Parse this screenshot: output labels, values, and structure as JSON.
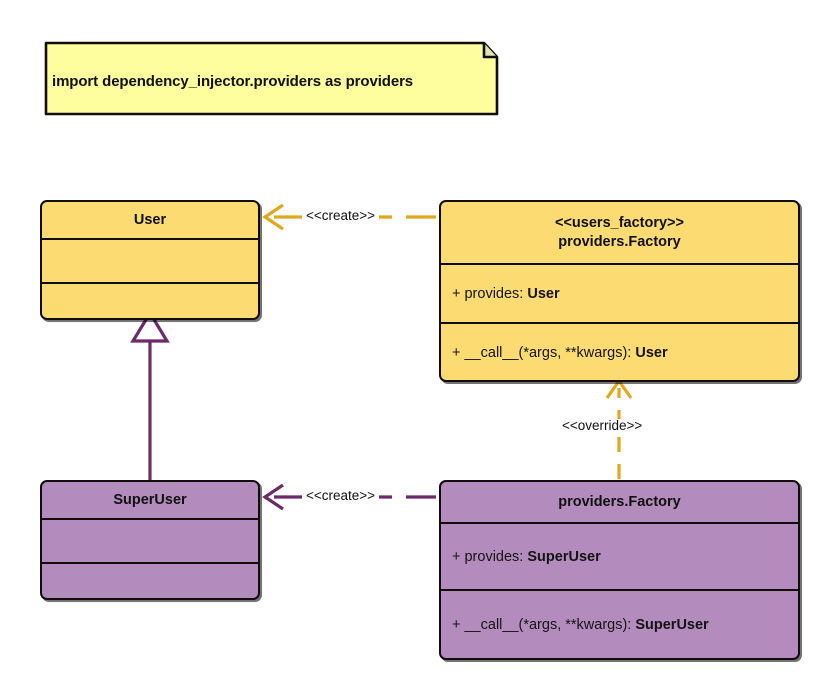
{
  "diagram": {
    "type": "uml-class-diagram",
    "background": "#ffffff",
    "colors": {
      "yellow_fill": "#FCDB72",
      "yellow_stroke": "#E0A81E",
      "purple_fill": "#B38CBD",
      "purple_stroke": "#6B2B6B",
      "note_fill": "#FEFE9F",
      "outline": "#120D0D",
      "text": "#111111"
    }
  },
  "note": {
    "text": "import dependency_injector.providers as providers"
  },
  "classes": [
    {
      "id": "user",
      "name": "User",
      "stereotype": "",
      "theme": "yellow",
      "attributes": [],
      "operations": []
    },
    {
      "id": "users-factory",
      "name": "providers.Factory",
      "stereotype": "<<users_factory>>",
      "theme": "yellow",
      "attributes": [
        {
          "visibility": "+",
          "label": "+ provides: ",
          "type": "User"
        }
      ],
      "operations": [
        {
          "visibility": "+",
          "label": "+ __call__(*args, **kwargs): ",
          "type": "User"
        }
      ]
    },
    {
      "id": "superuser",
      "name": "SuperUser",
      "stereotype": "",
      "theme": "purple",
      "attributes": [],
      "operations": []
    },
    {
      "id": "providers-factory",
      "name": "providers.Factory",
      "stereotype": "",
      "theme": "purple",
      "attributes": [
        {
          "visibility": "+",
          "label": "+ provides: ",
          "type": "SuperUser"
        }
      ],
      "operations": [
        {
          "visibility": "+",
          "label": "+ __call__(*args, **kwargs): ",
          "type": "SuperUser"
        }
      ]
    }
  ],
  "connectors": [
    {
      "id": "create-user",
      "label": "<<create>>",
      "style": "dashed",
      "arrow": "open",
      "color": "#E0A81E",
      "from": "users-factory",
      "to": "user"
    },
    {
      "id": "create-superuser",
      "label": "<<create>>",
      "style": "dashed",
      "arrow": "open",
      "color": "#6B2B6B",
      "from": "providers-factory",
      "to": "superuser"
    },
    {
      "id": "override",
      "label": "<<override>>",
      "style": "dashed",
      "arrow": "open",
      "color": "#E0A81E",
      "from": "providers-factory",
      "to": "users-factory"
    },
    {
      "id": "generalization",
      "label": "",
      "style": "solid",
      "arrow": "hollow-triangle",
      "color": "#6B2B6B",
      "from": "superuser",
      "to": "user"
    }
  ]
}
